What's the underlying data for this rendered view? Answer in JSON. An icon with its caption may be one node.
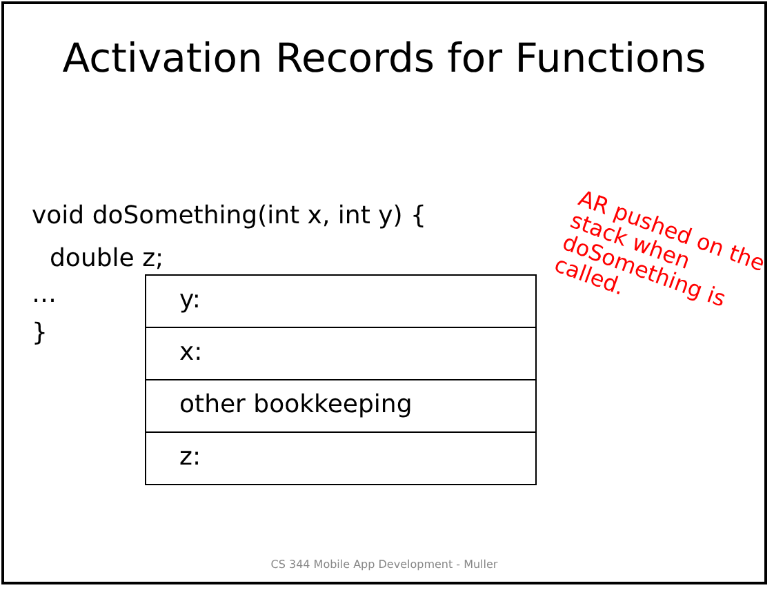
{
  "diagram": {
    "title": "Activation Records for Functions",
    "caption": "CS 344 Mobile App Development - Muller",
    "nodes": [
      {
        "text": [
          "y:"
        ]
      },
      {
        "text": [
          "x:"
        ]
      },
      {
        "text": [
          "other bookkeeping"
        ]
      },
      {
        "text": [
          "z:"
        ]
      }
    ],
    "edges": [],
    "labels": [
      "void doSomething(int x, int y) {",
      "double z;",
      "…",
      "}",
      "AR pushed on the stack when doSomething is called."
    ]
  }
}
